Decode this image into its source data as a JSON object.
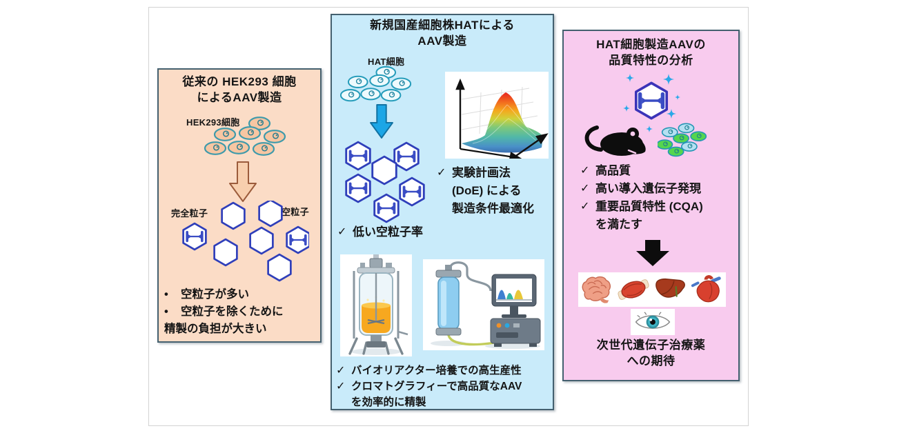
{
  "colors": {
    "left_panel_bg": "#fbdcc6",
    "middle_panel_bg": "#c9ebfa",
    "right_panel_bg": "#f8cbee",
    "panel_border": "#44606f",
    "hexagon_stroke": "#2f3fba",
    "left_arrow_fill": "#f8cfae",
    "middle_arrow_fill": "#1ca6e6",
    "right_arrow_fill": "#0d0d0d",
    "sparkle_color": "#2aa8e8"
  },
  "icons": {
    "check": "✓",
    "bullet": "•",
    "hexagon_full": "aav-full-particle",
    "hexagon_empty": "aav-empty-particle"
  },
  "left_panel": {
    "title_line1": "従来の HEK293 細胞",
    "title_line2": "によるAAV製造",
    "cells_label": "HEK293細胞",
    "full_particle_label": "完全粒子",
    "empty_particle_label": "空粒子",
    "bullet1": "空粒子が多い",
    "bullet2": "空粒子を除くために",
    "bullet2_continuation": "精製の負担が大きい"
  },
  "middle_panel": {
    "title_line1": "新規国産細胞株HATによる",
    "title_line2": "AAV製造",
    "cells_label": "HAT細胞",
    "doe_line1": "実験計画法",
    "doe_line2": "(DoE) による",
    "doe_line3": "製造条件最適化",
    "low_empty_rate": "低い空粒子率",
    "bioreactor_note": "バイオリアクター培養での高生産性",
    "chromatography_note_line1": "クロマトグラフィーで高品質なAAV",
    "chromatography_note_line2": "を効率的に精製"
  },
  "right_panel": {
    "title_line1": "HAT細胞製造AAVの",
    "title_line2": "品質特性の分析",
    "check1": "高品質",
    "check2": "高い導入遺伝子発現",
    "check3": "重要品質特性 (CQA)",
    "check3_continuation": "を満たす",
    "outcome_line1": "次世代遺伝子治療薬",
    "outcome_line2": "への期待"
  }
}
